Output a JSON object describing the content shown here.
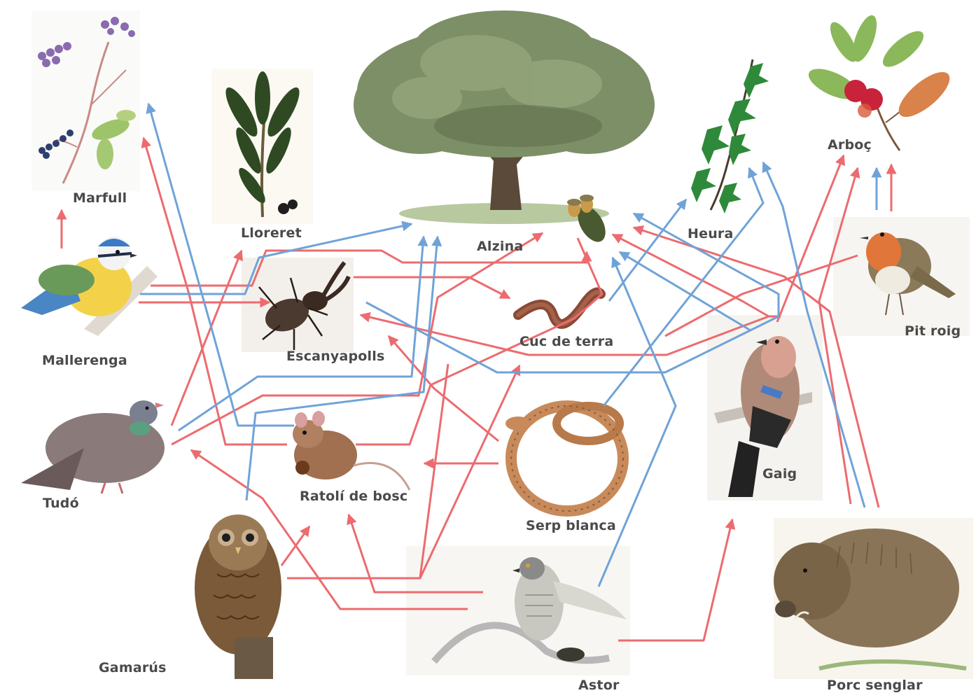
{
  "colors": {
    "eats_arrow": "#ec6b6f",
    "shelter_arrow": "#6fa3d8",
    "label_text": "#4a4a4a"
  },
  "species": {
    "marfull": "Marfull",
    "lloreret": "Lloreret",
    "alzina": "Alzina",
    "heura": "Heura",
    "arboc": "Arboç",
    "mallerenga": "Mallerenga",
    "escanyapolls": "Escanyapolls",
    "cuc_de_terra": "Cuc de terra",
    "pit_roig": "Pit roig",
    "tudo": "Tudó",
    "ratoli_de_bosc": "Ratolí de bosc",
    "serp_blanca": "Serp blanca",
    "gaig": "Gaig",
    "gamarus": "Gamarús",
    "astor": "Astor",
    "porc_senglar": "Porc senglar"
  },
  "icons": {
    "marfull": "viburnum-plant-icon",
    "lloreret": "daphne-plant-icon",
    "alzina": "holm-oak-tree-icon",
    "heura": "ivy-icon",
    "arboc": "strawberry-tree-icon",
    "mallerenga": "blue-tit-icon",
    "escanyapolls": "stag-beetle-icon",
    "cuc_de_terra": "earthworm-icon",
    "pit_roig": "robin-icon",
    "tudo": "wood-pigeon-icon",
    "ratoli_de_bosc": "wood-mouse-icon",
    "serp_blanca": "ladder-snake-icon",
    "gaig": "jay-icon",
    "gamarus": "tawny-owl-icon",
    "astor": "goshawk-icon",
    "porc_senglar": "wild-boar-icon"
  }
}
